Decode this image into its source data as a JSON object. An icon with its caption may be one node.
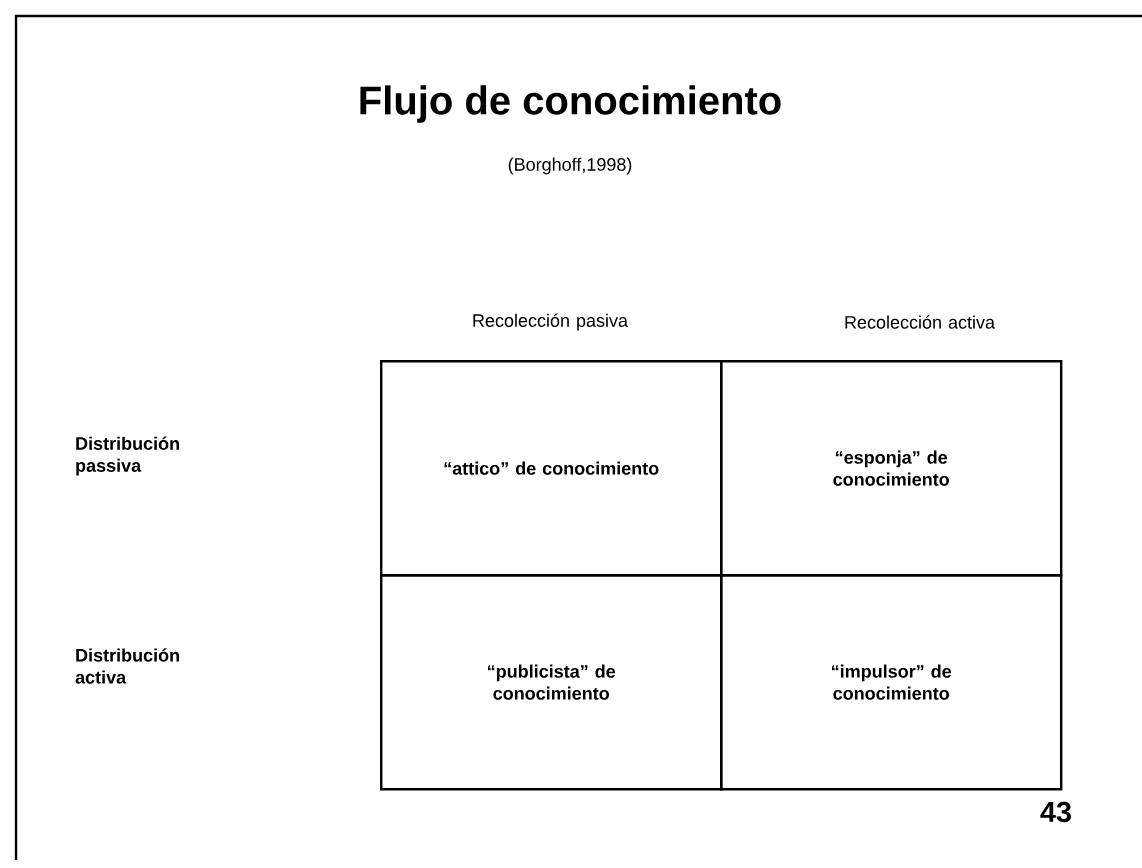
{
  "diagram": {
    "title": "Flujo de conocimiento",
    "caption": "(Borghoff,1998)",
    "nodes": [
      {
        "text": [
          "“attico” de conocimiento"
        ]
      },
      {
        "text": [
          "“esponja” de conocimiento"
        ]
      },
      {
        "text": [
          "“publicista” de conocimiento"
        ]
      },
      {
        "text": [
          "“impulsor” de conocimiento"
        ]
      }
    ],
    "labels": [
      "Recolección pasiva",
      "Recolección activa",
      "Distribución passiva",
      "Distribución activa",
      "43"
    ]
  }
}
